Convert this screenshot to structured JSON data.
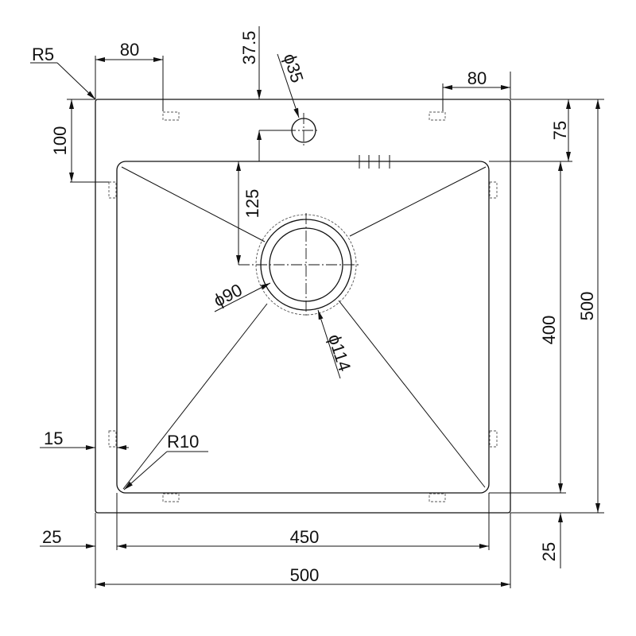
{
  "drawing": {
    "dims": {
      "r5": "R5",
      "top_left_80": "80",
      "top_right_80": "80",
      "d37_5": "37.5",
      "phi35": "ϕ35",
      "left_100": "100",
      "right_75": "75",
      "d125": "125",
      "phi90": "ϕ90",
      "phi114": "ϕ114",
      "d400": "400",
      "d500_vertical": "500",
      "d15": "15",
      "r10": "R10",
      "bottom_left_25": "25",
      "bottom_right_25": "25",
      "d450": "450",
      "d500_horizontal": "500"
    },
    "line_color": "#111111"
  }
}
